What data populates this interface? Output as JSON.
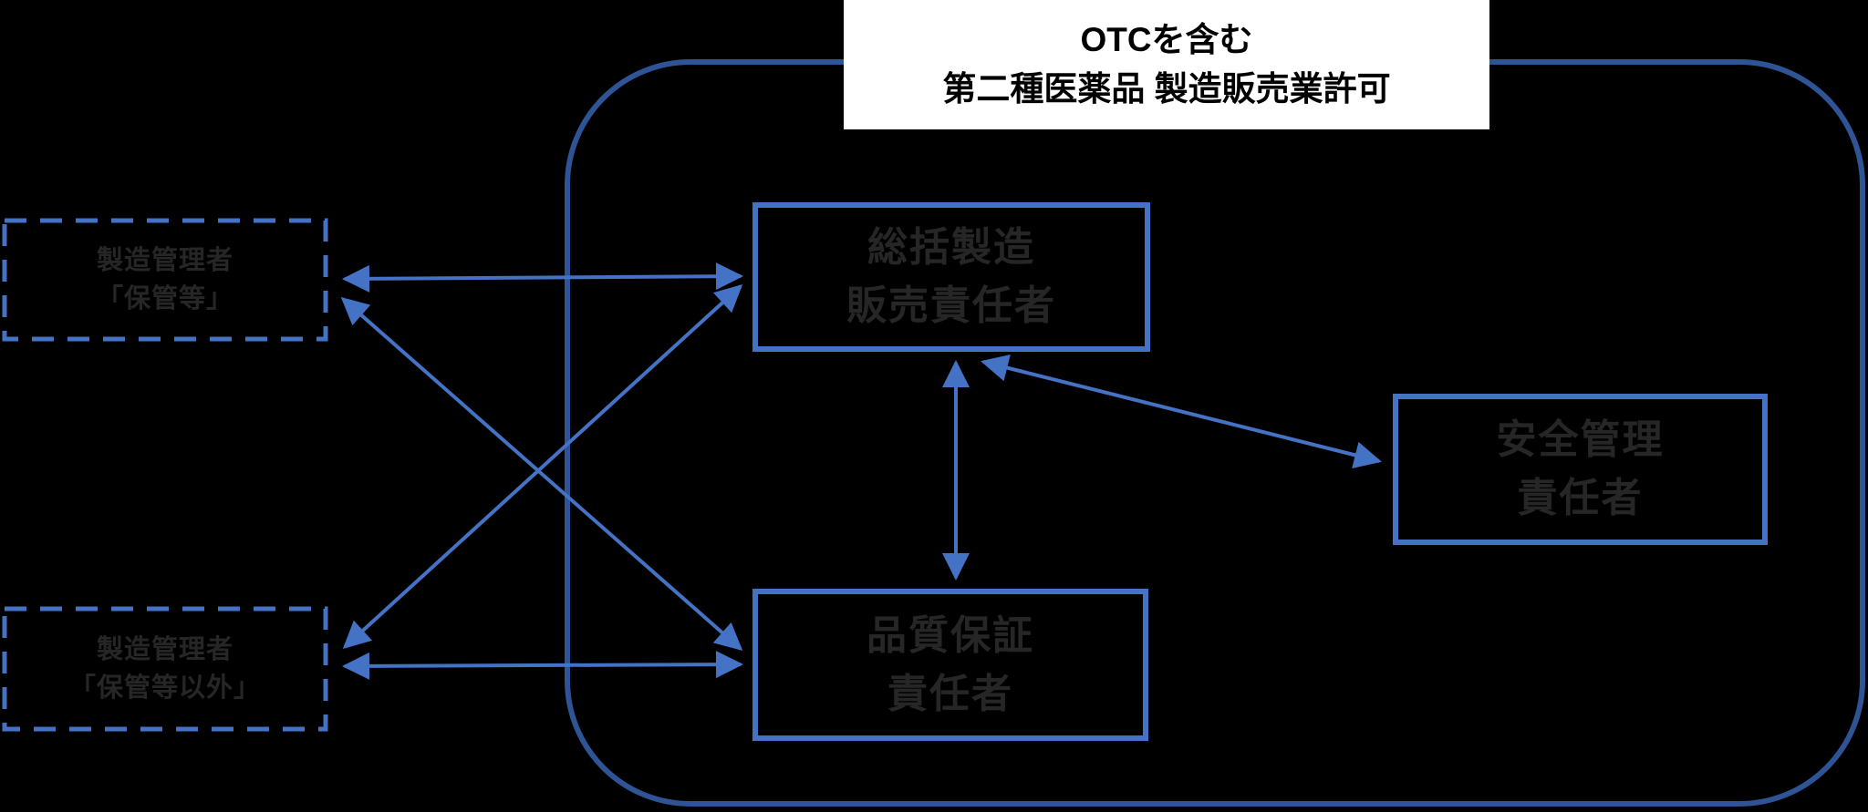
{
  "title": {
    "line1": "OTCを含む",
    "line2": "第二種医薬品 製造販売業許可"
  },
  "nodes": {
    "storage_manager": {
      "line1": "製造管理者",
      "line2": "「保管等」"
    },
    "non_storage_manager": {
      "line1": "製造管理者",
      "line2": "「保管等以外」"
    },
    "general_marketing_supervisor": {
      "line1": "総括製造",
      "line2": "販売責任者"
    },
    "quality_assurance_manager": {
      "line1": "品質保証",
      "line2": "責任者"
    },
    "safety_management_manager": {
      "line1": "安全管理",
      "line2": "責任者"
    }
  },
  "connections": [
    {
      "from": "storage_manager",
      "to": "general_marketing_supervisor",
      "bidirectional": true
    },
    {
      "from": "storage_manager",
      "to": "quality_assurance_manager",
      "bidirectional": true
    },
    {
      "from": "non_storage_manager",
      "to": "general_marketing_supervisor",
      "bidirectional": true
    },
    {
      "from": "non_storage_manager",
      "to": "quality_assurance_manager",
      "bidirectional": true
    },
    {
      "from": "general_marketing_supervisor",
      "to": "quality_assurance_manager",
      "bidirectional": true
    },
    {
      "from": "general_marketing_supervisor",
      "to": "safety_management_manager",
      "bidirectional": true
    }
  ],
  "colors": {
    "arrow_blue": "#4472C4",
    "outer_border_blue": "#2E5496",
    "node_border_blue": "#4472C4",
    "dashed_border_blue": "#4472C4",
    "text_dark": "#262626",
    "title_text": "#000000",
    "title_background": "#FFFFFF",
    "page_background": "#000000"
  }
}
